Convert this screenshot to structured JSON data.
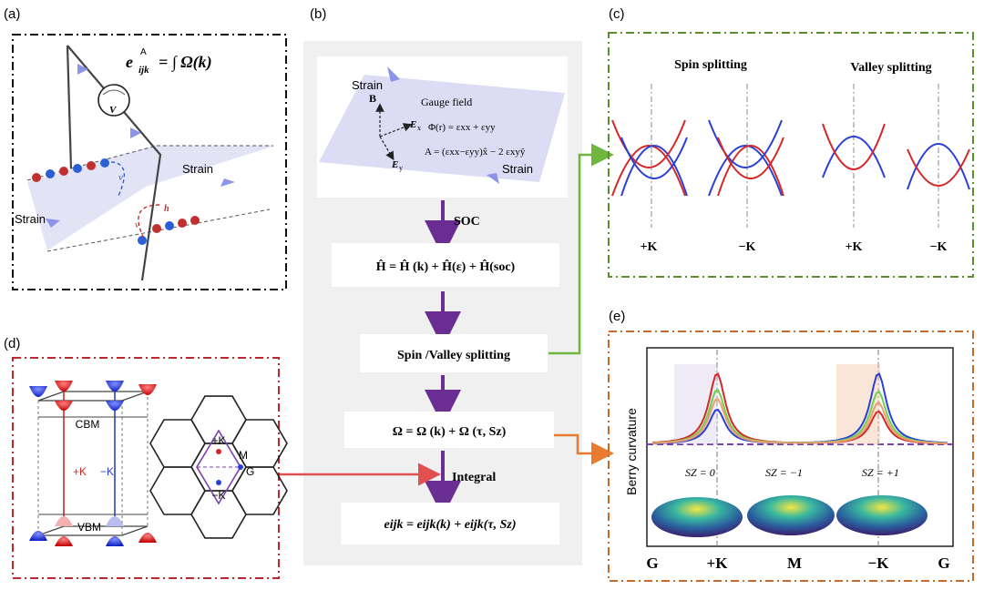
{
  "panels": {
    "a": {
      "label": "(a)",
      "formula_lhs": "e",
      "formula_sub": "ijk",
      "formula_sup": "A",
      "formula_rhs": "= ∫ Ω(k)",
      "voltmeter_label": "V",
      "strain_right": "Strain",
      "strain_left": "Strain",
      "carrier_hole": "h",
      "carrier_electron": "e",
      "velocity_label": "v"
    },
    "b": {
      "label": "(b)",
      "strain_top": "Strain",
      "strain_bottom": "Strain",
      "gauge_title": "Gauge field",
      "b_vector": "B",
      "ex_label": "E",
      "ex_sub": "x",
      "ey_label": "E",
      "ey_sub": "y",
      "phi_eq": "Φ(r) = εxx + εyy",
      "a_eq": "A = (εxx−εyy)x̂ − 2 εxyŷ",
      "soc": "SOC",
      "hamiltonian": "Ĥ = Ĥ (k) + Ĥ(ε) + Ĥ(soc)",
      "splitting": "Spin /Valley splitting",
      "omega_eq": "Ω = Ω (k) + Ω (τ, Sz)",
      "integral": "Integral",
      "e_eq": "eijk = eijk(k) + eijk(τ, Sz)"
    },
    "c": {
      "label": "(c)",
      "spin_title": "Spin splitting",
      "valley_title": "Valley splitting",
      "valleys": [
        "+K",
        "−K",
        "+K",
        "−K"
      ]
    },
    "d": {
      "label": "(d)",
      "cbm": "CBM",
      "vbm": "VBM",
      "plus_k": "+K",
      "minus_k": "−K",
      "bz_plus_k": "+K",
      "bz_minus_k": "−K",
      "bz_m": "M",
      "bz_g": "G"
    },
    "e": {
      "label": "(e)",
      "ylabel": "Berry curvature",
      "sz_labels": [
        "SZ = 0",
        "SZ = −1",
        "SZ = +1"
      ],
      "xticks": [
        "G",
        "+K",
        "M",
        "−K",
        "G"
      ]
    }
  },
  "colors": {
    "panel_a_border": "#111111",
    "panel_c_border": "#5a8f2e",
    "panel_d_border": "#c0272d",
    "panel_e_border": "#c96a28",
    "flow_arrow": "#6a2d91",
    "green_arrow": "#6fb63f",
    "red_arrow": "#e05050",
    "orange_arrow": "#ea7a2f",
    "band_red": "#d62728",
    "band_blue": "#2a3fd6",
    "curve_green": "#6fcf4f",
    "plane": "#dcdcf4",
    "strain_arrow": "#8c93e8",
    "flow_box_bg": "#f0f0f0"
  }
}
